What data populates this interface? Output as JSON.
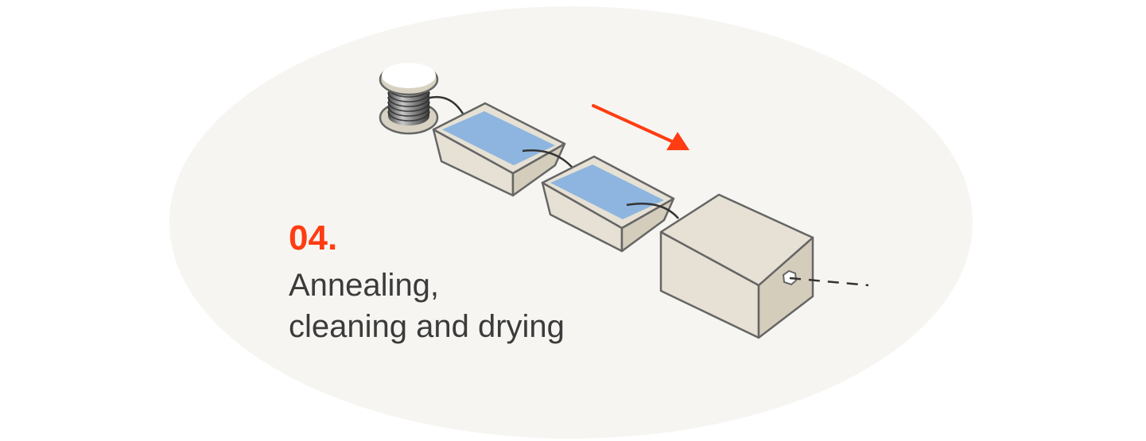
{
  "step": {
    "number": "04.",
    "title_line1": "Annealing,",
    "title_line2": "cleaning and drying"
  },
  "colors": {
    "accent": "#ff3c12",
    "text": "#3b3b3b",
    "background_ellipse": "#f6f5f1",
    "tank_face": "#e6e1d4",
    "tank_side": "#d4cdbb",
    "water": "#8db5df",
    "outline": "#666666",
    "wire": "#333333"
  },
  "icons": {
    "spool": "wire-spool-icon",
    "tank_1": "cleaning-tank-icon",
    "tank_2": "cleaning-tank-icon",
    "dryer": "drying-box-icon",
    "direction": "direction-arrow-icon"
  }
}
